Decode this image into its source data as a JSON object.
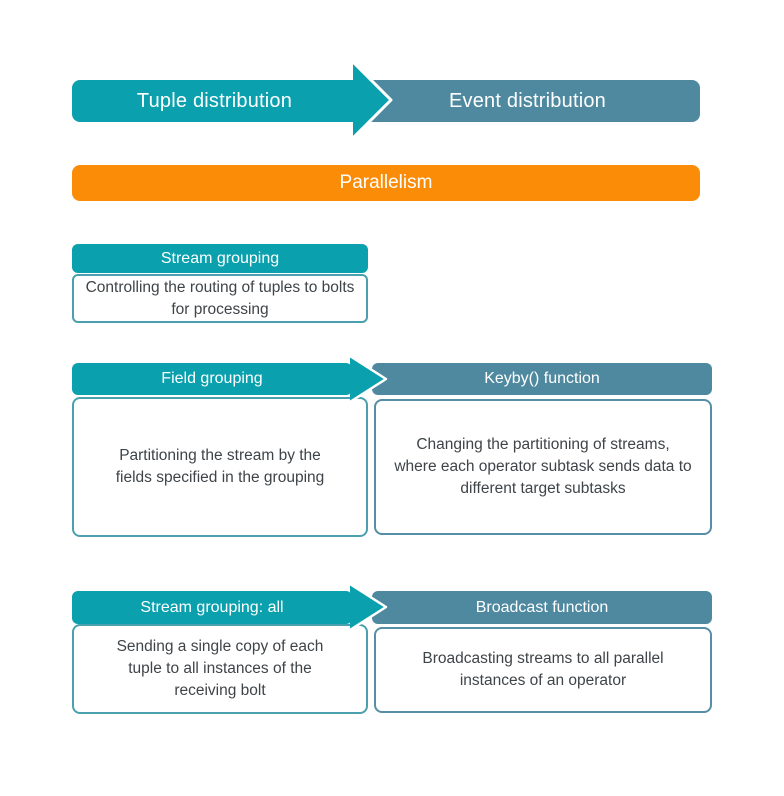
{
  "colors": {
    "teal": "#0aa0ad",
    "steel": "#4e89a0",
    "orange": "#fb8c08",
    "teal_border": "#4aa0ae",
    "steel_border": "#568ea5",
    "body_text": "#3f4448",
    "header_text": "#ffffff"
  },
  "top_flow": {
    "left": "Tuple distribution",
    "right": "Event distribution"
  },
  "parallelism": {
    "label": "Parallelism"
  },
  "stream_grouping": {
    "title": "Stream grouping",
    "desc": "Controlling the routing of tuples to bolts for processing"
  },
  "field_grouping_row": {
    "left_title": "Field grouping",
    "left_desc": "Partitioning the stream by the fields specified in the grouping",
    "right_title": "Keyby() function",
    "right_desc": "Changing the partitioning of streams, where each operator subtask sends data to different target subtasks"
  },
  "broadcast_row": {
    "left_title": "Stream grouping: all",
    "left_desc": "Sending a single copy of each tuple to all instances of the receiving bolt",
    "right_title": "Broadcast function",
    "right_desc": "Broadcasting streams to all parallel instances of an operator"
  }
}
